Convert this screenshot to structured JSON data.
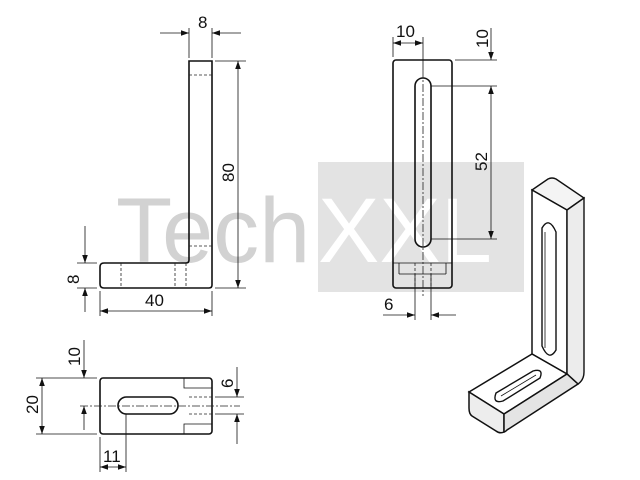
{
  "watermark": {
    "part1": "Tech",
    "part2": "XXL",
    "box_color": "#e3e3e3",
    "text_color_dark_part": "#d2d2d2",
    "text_color_light_part": "#ffffff"
  },
  "views": {
    "side": {
      "thickness": "8",
      "height": "80",
      "base_thickness": "8",
      "width": "40"
    },
    "front": {
      "width": "10",
      "top_offset": "10",
      "slot_length": "52",
      "slot_width": "6"
    },
    "top": {
      "offset": "10",
      "depth": "20",
      "slot_width": "6",
      "slot_offset": "11"
    }
  }
}
